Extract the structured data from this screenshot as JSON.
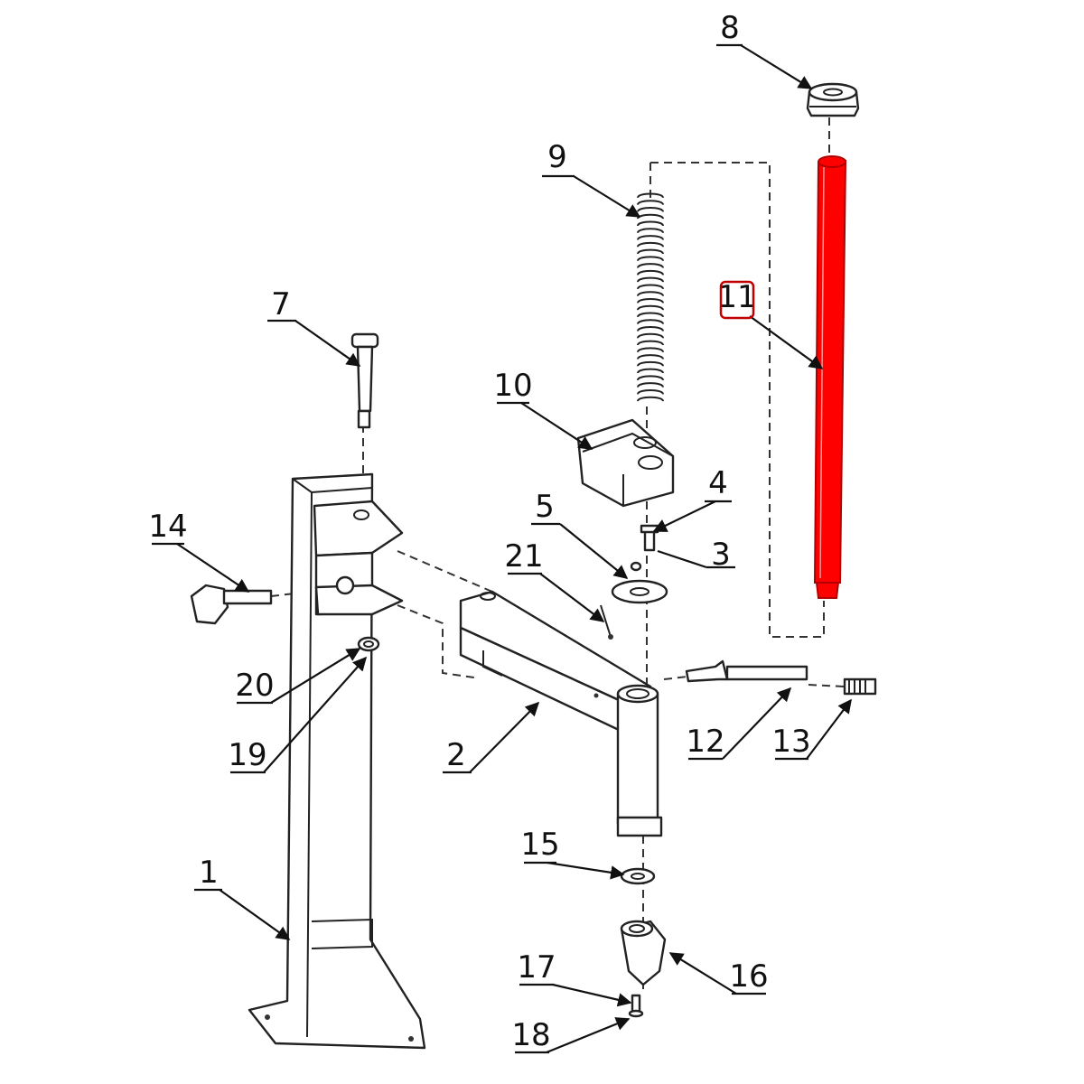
{
  "diagram": {
    "highlight_color": "#ff0000",
    "highlighted_part": "11",
    "callouts": [
      "1",
      "2",
      "3",
      "4",
      "5",
      "7",
      "8",
      "9",
      "10",
      "11",
      "12",
      "13",
      "14",
      "15",
      "16",
      "17",
      "18",
      "19",
      "20",
      "21"
    ]
  }
}
